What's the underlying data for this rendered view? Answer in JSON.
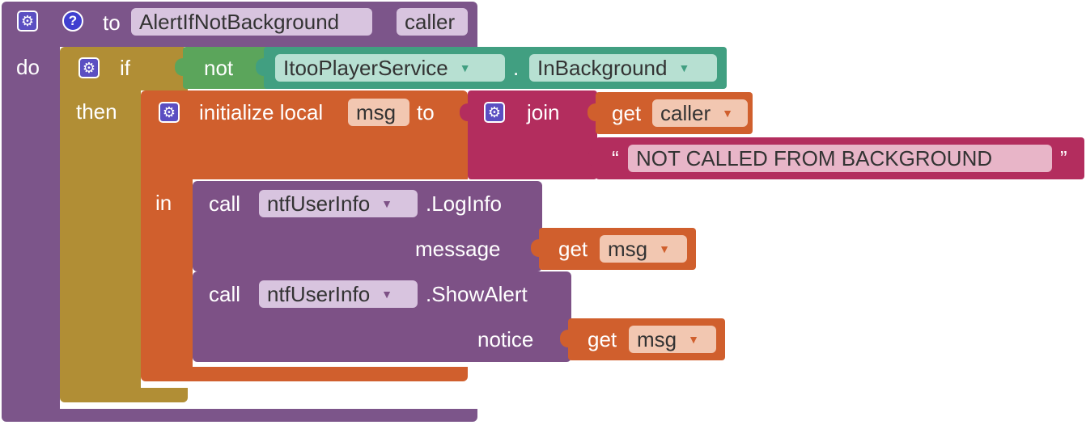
{
  "procedure": {
    "to_label": "to",
    "name": "AlertIfNotBackground",
    "param": "caller",
    "do_label": "do"
  },
  "if_block": {
    "if_label": "if",
    "then_label": "then",
    "not_label": "not",
    "component": "ItooPlayerService",
    "dot": ".",
    "property": "InBackground"
  },
  "local": {
    "label": "initialize local",
    "var_name": "msg",
    "to_label": "to",
    "in_label": "in",
    "join_label": "join",
    "get_label": "get",
    "caller_var": "caller",
    "open_quote": "“",
    "close_quote": "”",
    "text": "NOT CALLED FROM BACKGROUND"
  },
  "call1": {
    "call_label": "call",
    "component": "ntfUserInfo",
    "method": ".LogInfo",
    "arg_label": "message",
    "get_label": "get",
    "var": "msg"
  },
  "call2": {
    "call_label": "call",
    "component": "ntfUserInfo",
    "method": ".ShowAlert",
    "arg_label": "notice",
    "get_label": "get",
    "var": "msg"
  },
  "icons": {
    "gear": "⚙",
    "help": "?",
    "dropdown": "▼"
  },
  "colors": {
    "procedure": "#7c558a",
    "control": "#b18e35",
    "logic": "#5ba55b",
    "component": "#419f81",
    "variable": "#d05f2d",
    "text": "#b32d5e",
    "call": "#7d5186"
  }
}
